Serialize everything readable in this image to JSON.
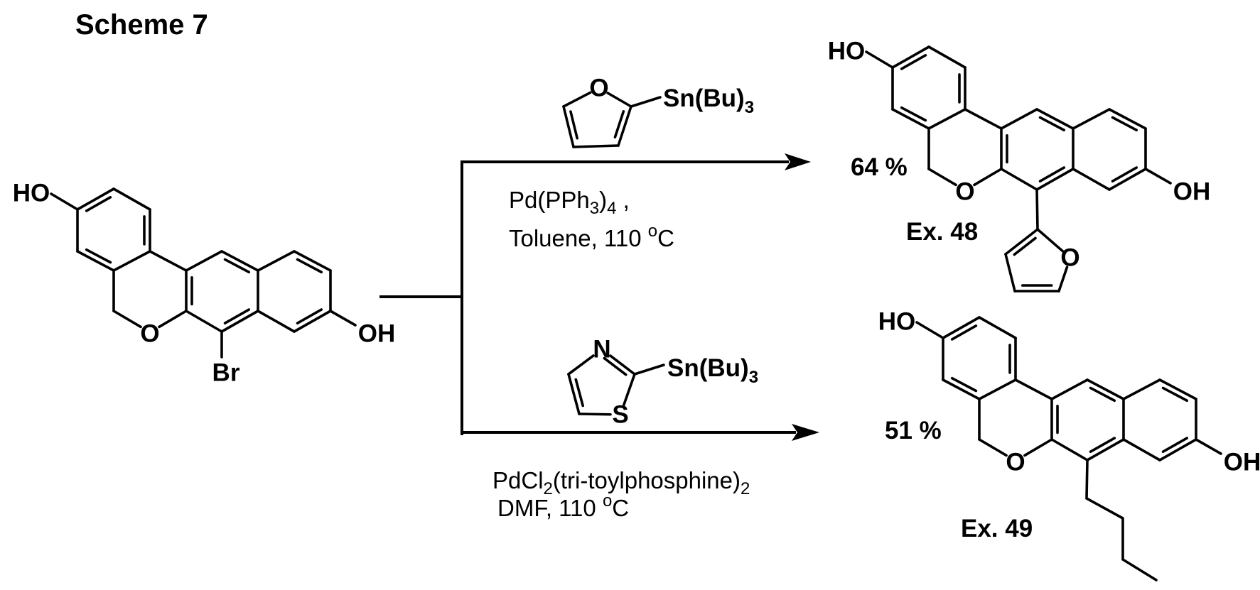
{
  "title": "Scheme 7",
  "starting_material": {
    "ho": "HO",
    "oh": "OH",
    "ring_o": "O",
    "br": "Br"
  },
  "reagent_1": {
    "furan_o": "O",
    "stannane": [
      "Sn(Bu)",
      "3"
    ],
    "catalyst": [
      "Pd(PPh",
      "3",
      ")",
      "4",
      " ,"
    ],
    "conditions": [
      "Toluene, 110 ",
      "o",
      "C"
    ]
  },
  "reagent_2": {
    "thiazole_n": "N",
    "thiazole_s": "S",
    "stannane": [
      "Sn(Bu)",
      "3"
    ],
    "catalyst": [
      "PdCl",
      "2",
      "(tri-toylphosphine)",
      "2"
    ],
    "conditions": [
      "DMF, 110 ",
      "o",
      "C"
    ]
  },
  "product_1": {
    "ho": "HO",
    "oh": "OH",
    "ring_o": "O",
    "furan_o": "O",
    "yield": "64 %",
    "label": "Ex. 48"
  },
  "product_2": {
    "ho": "HO",
    "oh": "OH",
    "ring_o": "O",
    "yield": "51 %",
    "label": "Ex. 49"
  }
}
